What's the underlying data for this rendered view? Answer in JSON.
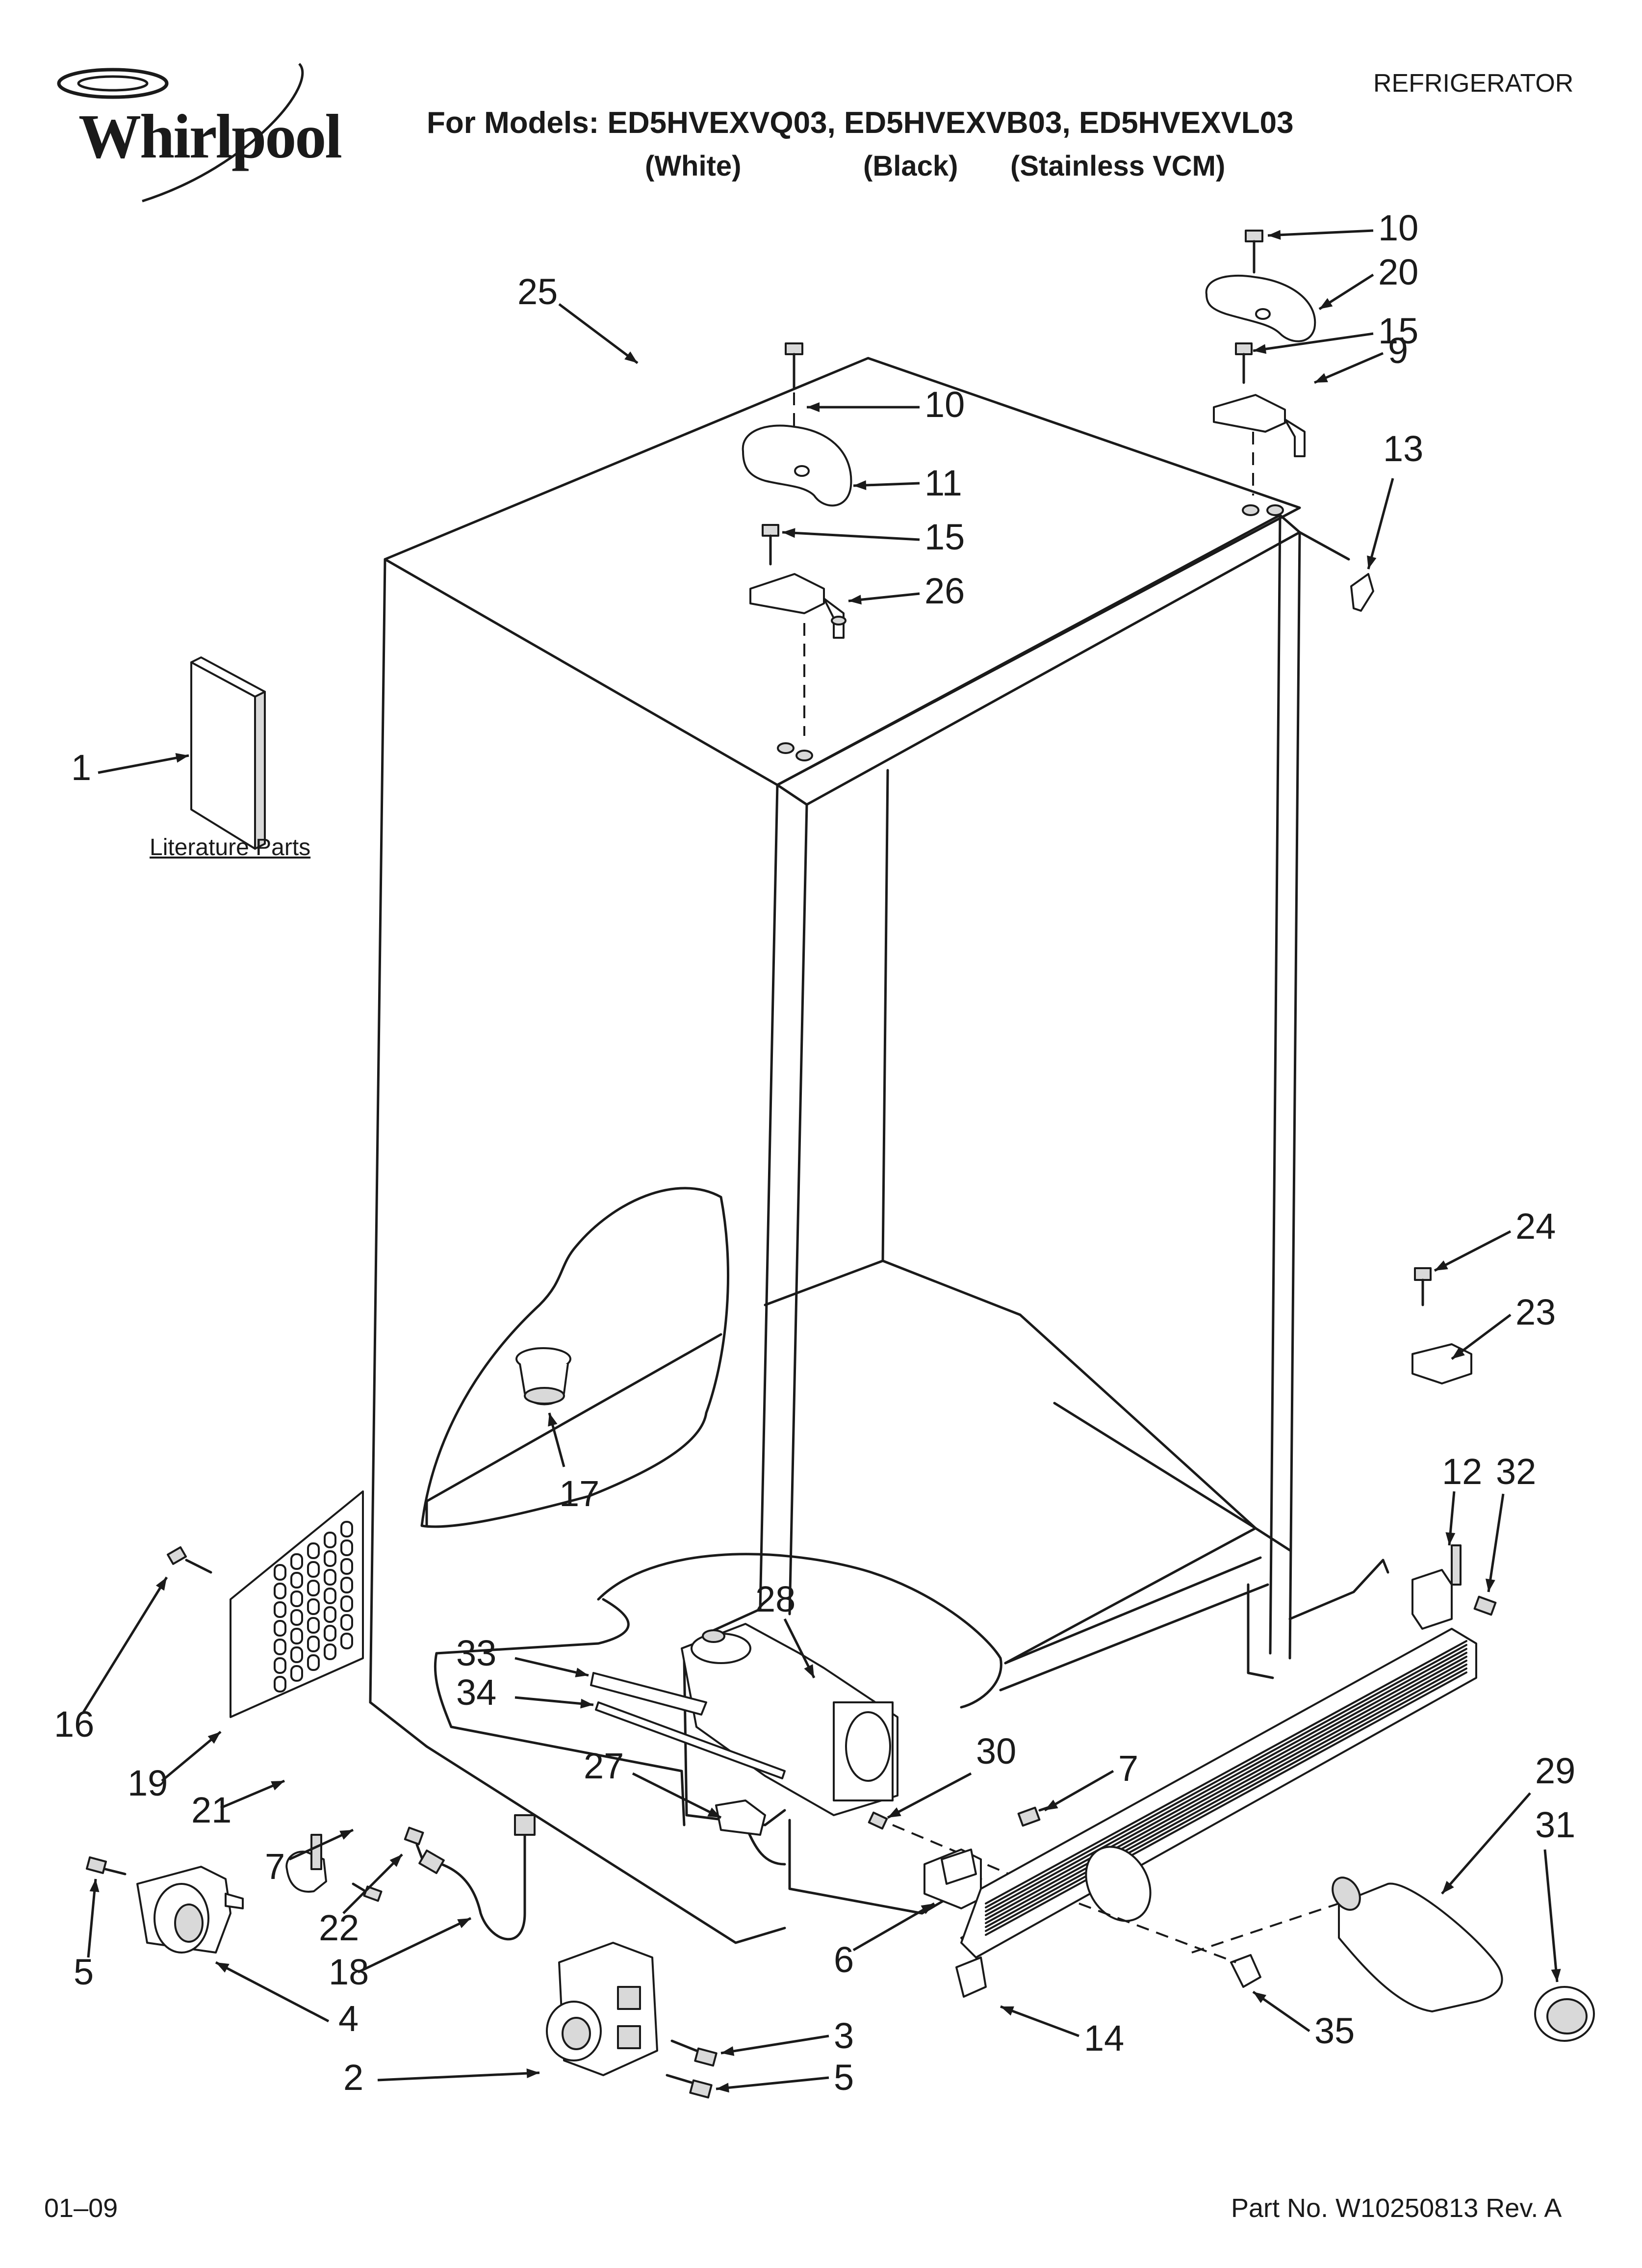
{
  "header": {
    "brand": "Whirlpool",
    "section": "REFRIGERATOR",
    "models_line": "For Models: ED5HVEXVQ03, ED5HVEXVB03, ED5HVEXVL03",
    "variants": [
      "(White)",
      "(Black)",
      "(Stainless VCM)"
    ]
  },
  "diagram": {
    "literature_label": "Literature Parts",
    "callouts": [
      "1",
      "2",
      "3",
      "4",
      "5",
      "5",
      "6",
      "7",
      "7",
      "9",
      "10",
      "10",
      "11",
      "12",
      "13",
      "14",
      "15",
      "15",
      "16",
      "17",
      "18",
      "19",
      "20",
      "21",
      "22",
      "23",
      "24",
      "25",
      "26",
      "27",
      "28",
      "29",
      "30",
      "31",
      "32",
      "33",
      "34",
      "35"
    ]
  },
  "footer": {
    "date": "01–09",
    "part_no": "Part No. W10250813 Rev. A"
  }
}
